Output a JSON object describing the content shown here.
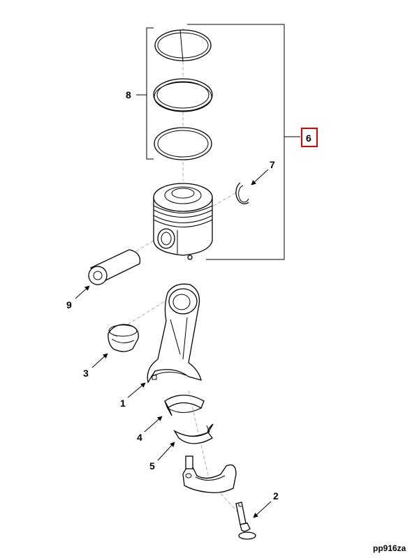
{
  "callouts": {
    "c1": "1",
    "c2": "2",
    "c3": "3",
    "c4": "4",
    "c5": "5",
    "c6": "6",
    "c7": "7",
    "c8": "8",
    "c9": "9"
  },
  "figure_ref": "pp916za",
  "colors": {
    "highlight_box": "#e00000",
    "line": "#000000",
    "centerline": "#9a9a9a"
  }
}
